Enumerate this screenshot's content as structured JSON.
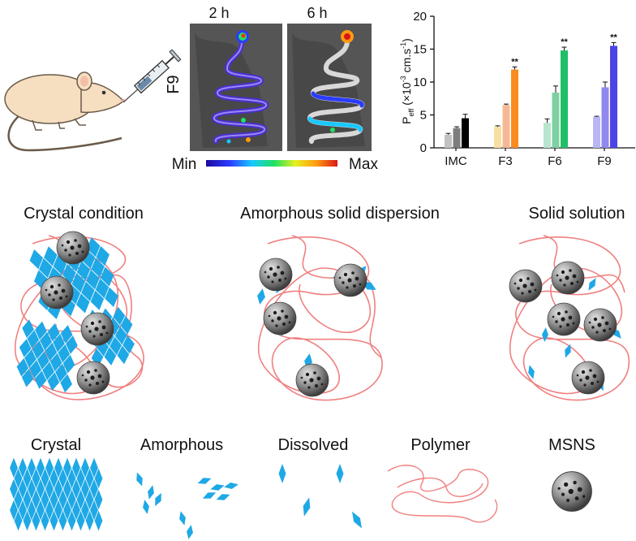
{
  "imaging": {
    "time_labels": [
      "2 h",
      "6 h"
    ],
    "row_label": "F9",
    "scale_min": "Min",
    "scale_max": "Max"
  },
  "chart_data": {
    "type": "bar",
    "ylabel_main": "P",
    "ylabel_sub": "eff",
    "ylabel_unit": "(×10",
    "ylabel_exp": "-3",
    "ylabel_unit2": " cm.s",
    "ylabel_exp2": "-1",
    "ylabel_close": ")",
    "ylim": [
      0,
      20
    ],
    "yticks": [
      0,
      5,
      10,
      15,
      20
    ],
    "categories": [
      "IMC",
      "F3",
      "F6",
      "F9"
    ],
    "groups": [
      {
        "name": "IMC",
        "values": [
          2.0,
          3.0,
          4.5
        ],
        "errors": [
          0.2,
          0.2,
          0.6
        ],
        "colors": [
          "#c2c2c2",
          "#7d7d7d",
          "#000000"
        ],
        "sig": [
          "",
          "",
          ""
        ]
      },
      {
        "name": "F3",
        "values": [
          3.2,
          6.5,
          11.9
        ],
        "errors": [
          0.15,
          0.15,
          0.4
        ],
        "colors": [
          "#f9dea4",
          "#f6b995",
          "#f98b1f"
        ],
        "sig": [
          "",
          "",
          "**"
        ]
      },
      {
        "name": "F6",
        "values": [
          3.8,
          8.4,
          14.8
        ],
        "errors": [
          0.6,
          1.0,
          0.5
        ],
        "colors": [
          "#b9e5cf",
          "#7fd0a3",
          "#1fbf6a"
        ],
        "sig": [
          "",
          "",
          "**"
        ]
      },
      {
        "name": "F9",
        "values": [
          4.7,
          9.2,
          15.5
        ],
        "errors": [
          0.1,
          0.8,
          0.5
        ],
        "colors": [
          "#b9b6f5",
          "#8f89ee",
          "#4b44e6"
        ],
        "sig": [
          "",
          "",
          "**"
        ]
      }
    ]
  },
  "states": {
    "titles": [
      "Crystal condition",
      "Amorphous solid dispersion",
      "Solid solution"
    ]
  },
  "legend": {
    "labels": [
      "Crystal",
      "Amorphous",
      "Dissolved",
      "Polymer",
      "MSNS"
    ]
  },
  "colors": {
    "polymer": "#f08080",
    "drug": "#1fa8e6",
    "mouse_body": "#f5dfc0",
    "mouse_outline": "#6b5a4a",
    "msns": "#777777"
  }
}
